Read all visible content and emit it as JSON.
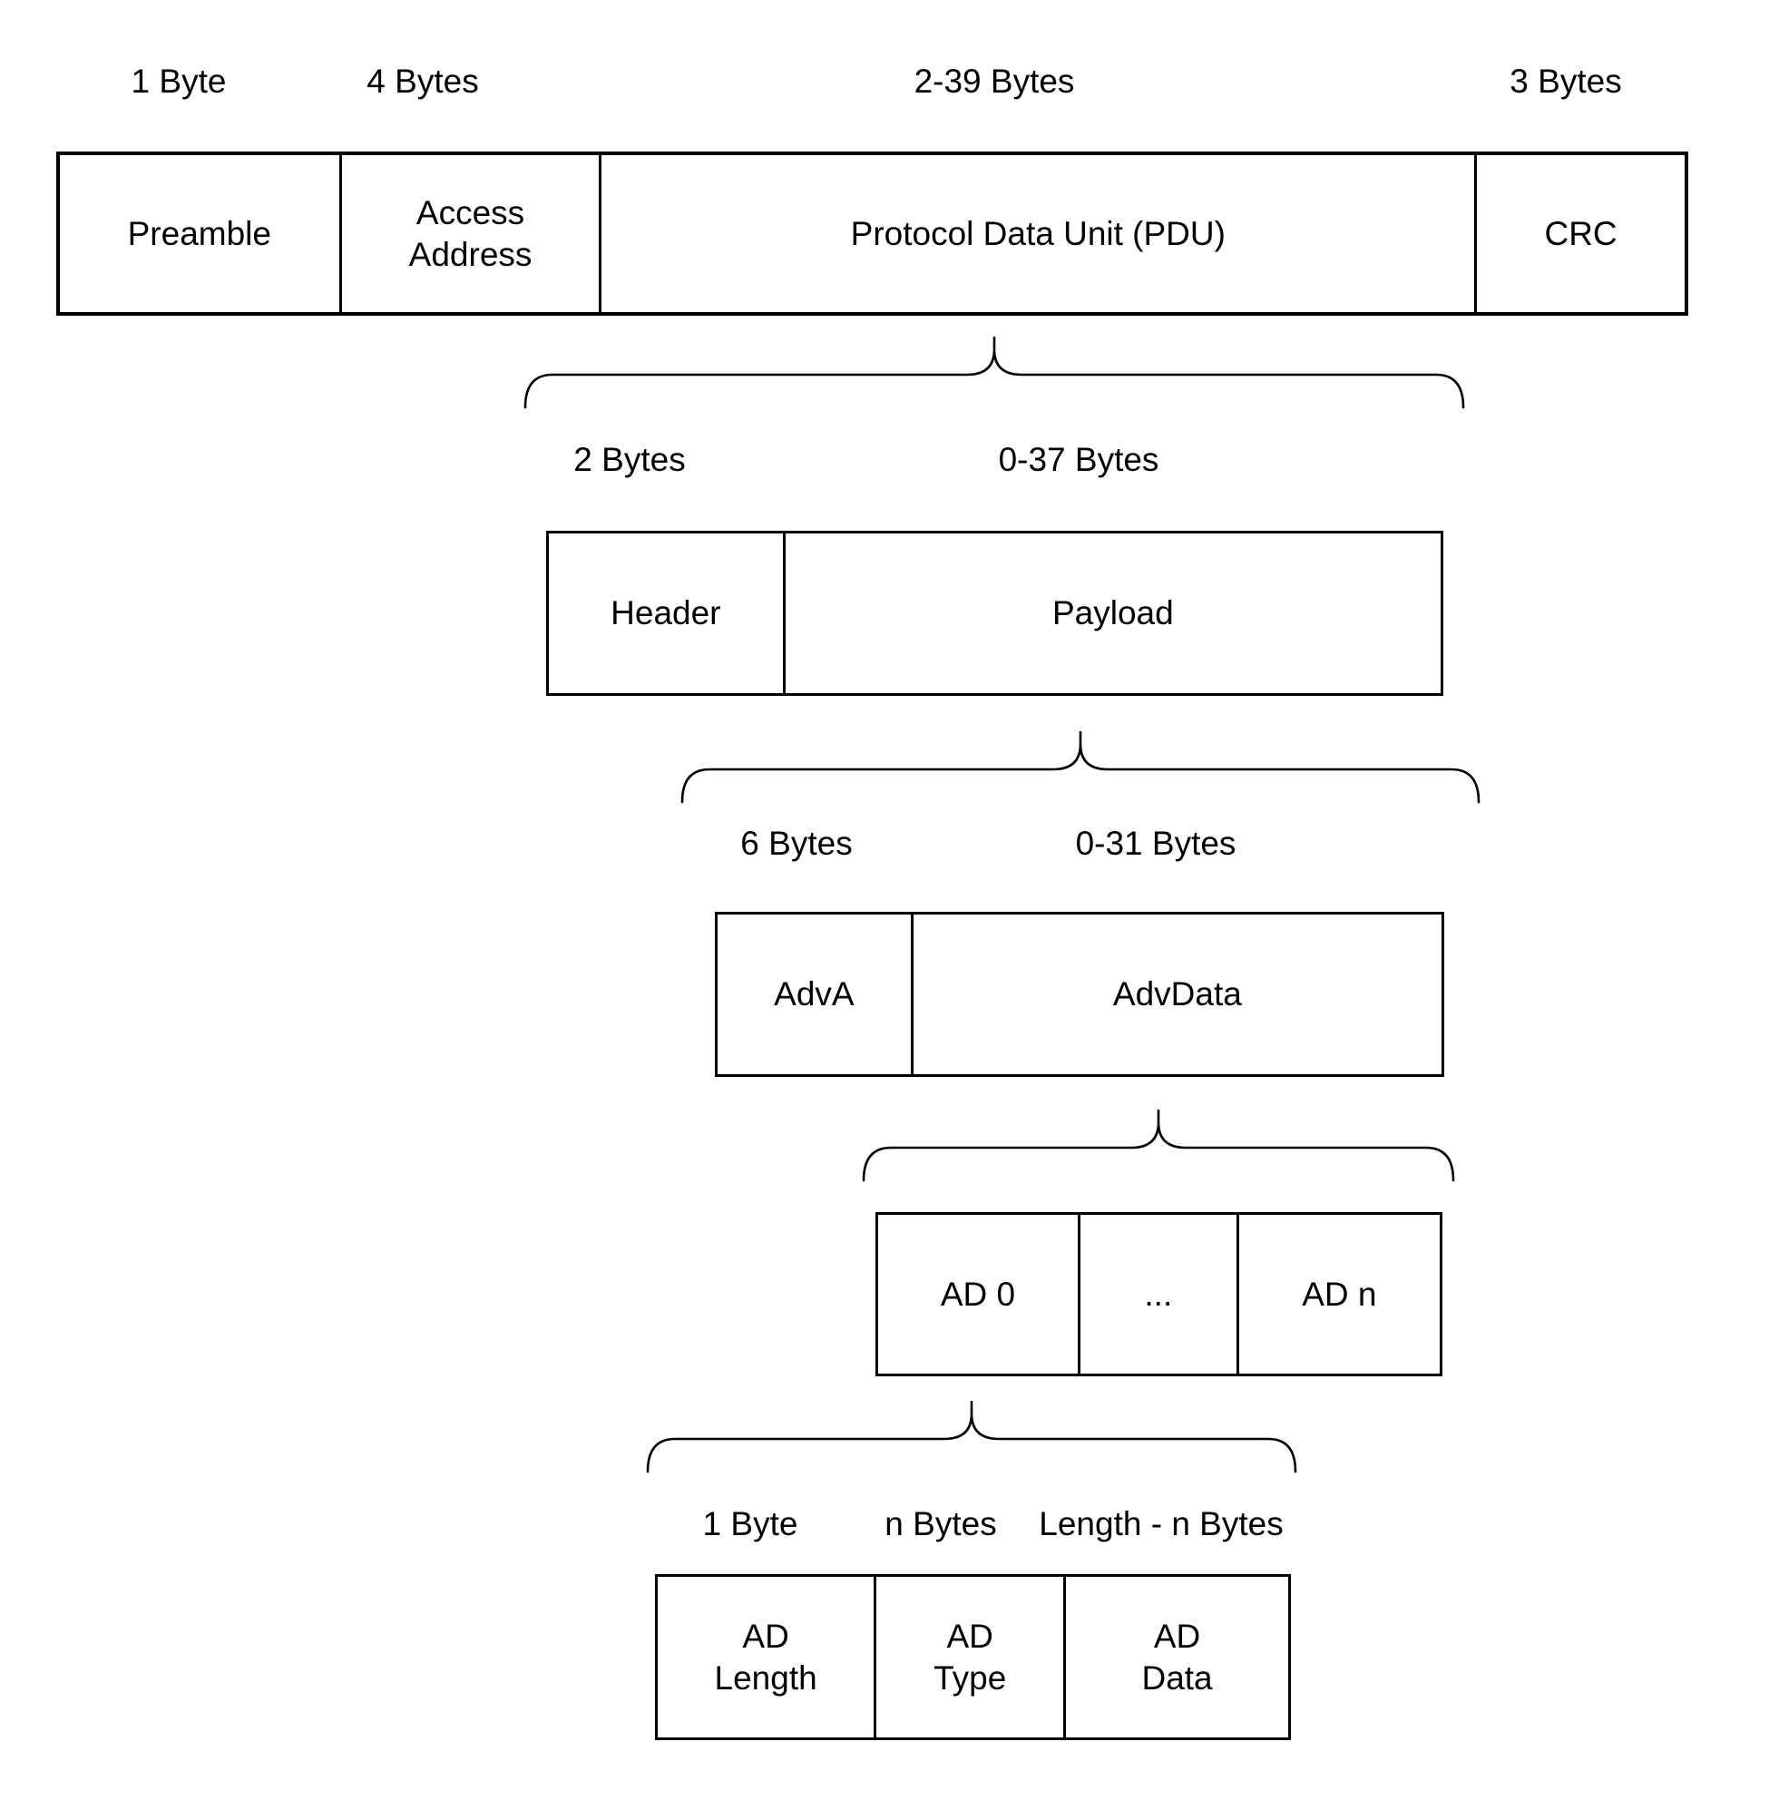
{
  "packet": {
    "size_labels": [
      "1 Byte",
      "4 Bytes",
      "2-39 Bytes",
      "3 Bytes"
    ],
    "cells": [
      "Preamble",
      "Access\nAddress",
      "Protocol Data Unit (PDU)",
      "CRC"
    ]
  },
  "pdu": {
    "size_labels": [
      "2 Bytes",
      "0-37 Bytes"
    ],
    "cells": [
      "Header",
      "Payload"
    ]
  },
  "payload": {
    "size_labels": [
      "6 Bytes",
      "0-31 Bytes"
    ],
    "cells": [
      "AdvA",
      "AdvData"
    ]
  },
  "advdata": {
    "cells": [
      "AD 0",
      "...",
      "AD n"
    ]
  },
  "ad_structure": {
    "size_labels": [
      "1 Byte",
      "n Bytes",
      "Length - n Bytes"
    ],
    "cells": [
      "AD\nLength",
      "AD\nType",
      "AD\nData"
    ]
  },
  "colors": {
    "stroke": "#000000",
    "background": "#ffffff",
    "text": "#000000"
  }
}
